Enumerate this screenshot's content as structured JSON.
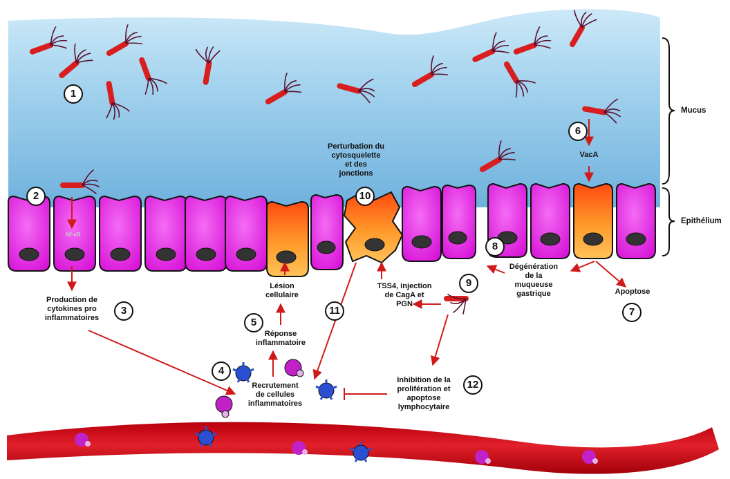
{
  "regions": {
    "mucus": "Mucus",
    "epithelium": "Epithélium"
  },
  "steps": {
    "s1": "1",
    "s2": "2",
    "s3": "3",
    "s4": "4",
    "s5": "5",
    "s6": "6",
    "s7": "7",
    "s8": "8",
    "s9": "9",
    "s10": "10",
    "s11": "11",
    "s12": "12"
  },
  "labels": {
    "nfkb": "Nf-κB",
    "cytokines": "Production de\ncytokines pro\ninflammatoires",
    "lesion": "Lésion\ncellulaire",
    "inflam_response": "Réponse\ninflammatoire",
    "recruitment": "Recrutement\nde cellules\ninflammatoires",
    "cytoskeleton": "Perturbation du\ncytosquelette\net des\njonctions",
    "tss4": "TSS4, injection\nde CagA et\nPGN",
    "vaca": "VacA",
    "degeneration": "Dégénération\nde la\nmuqueuse\ngastrique",
    "apoptosis": "Apoptose",
    "inhibition": "Inhibition de la\nprolifération et\napoptose\nlymphocytaire"
  },
  "colors": {
    "mucus": "#8fc6e6",
    "cell": "#e81ae8",
    "damaged_cell": "#ff8c1a",
    "bacteria": "#d81e1e",
    "nucleus": "#333333",
    "vessel": "#cc0d1a",
    "arrow": "#d01a1a",
    "immune_blue": "#2a4fd0",
    "immune_purple": "#c022c8"
  }
}
